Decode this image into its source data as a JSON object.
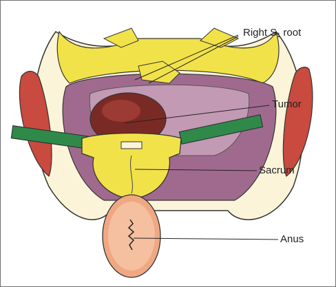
{
  "labels": {
    "right_s1_root": {
      "main": "Right S",
      "sub": "1",
      "tail": " root"
    },
    "tumor": "Tumor",
    "sacrum": "Sacrum",
    "anus": "Anus"
  },
  "colors": {
    "muscle_red": "#c94a3e",
    "muscle_purple": "#a06a8e",
    "bone_yellow": "#f2e24a",
    "tumor": "#7a2a24",
    "retractor_green": "#2f8a4a",
    "anus_skin": "#f0a882"
  }
}
